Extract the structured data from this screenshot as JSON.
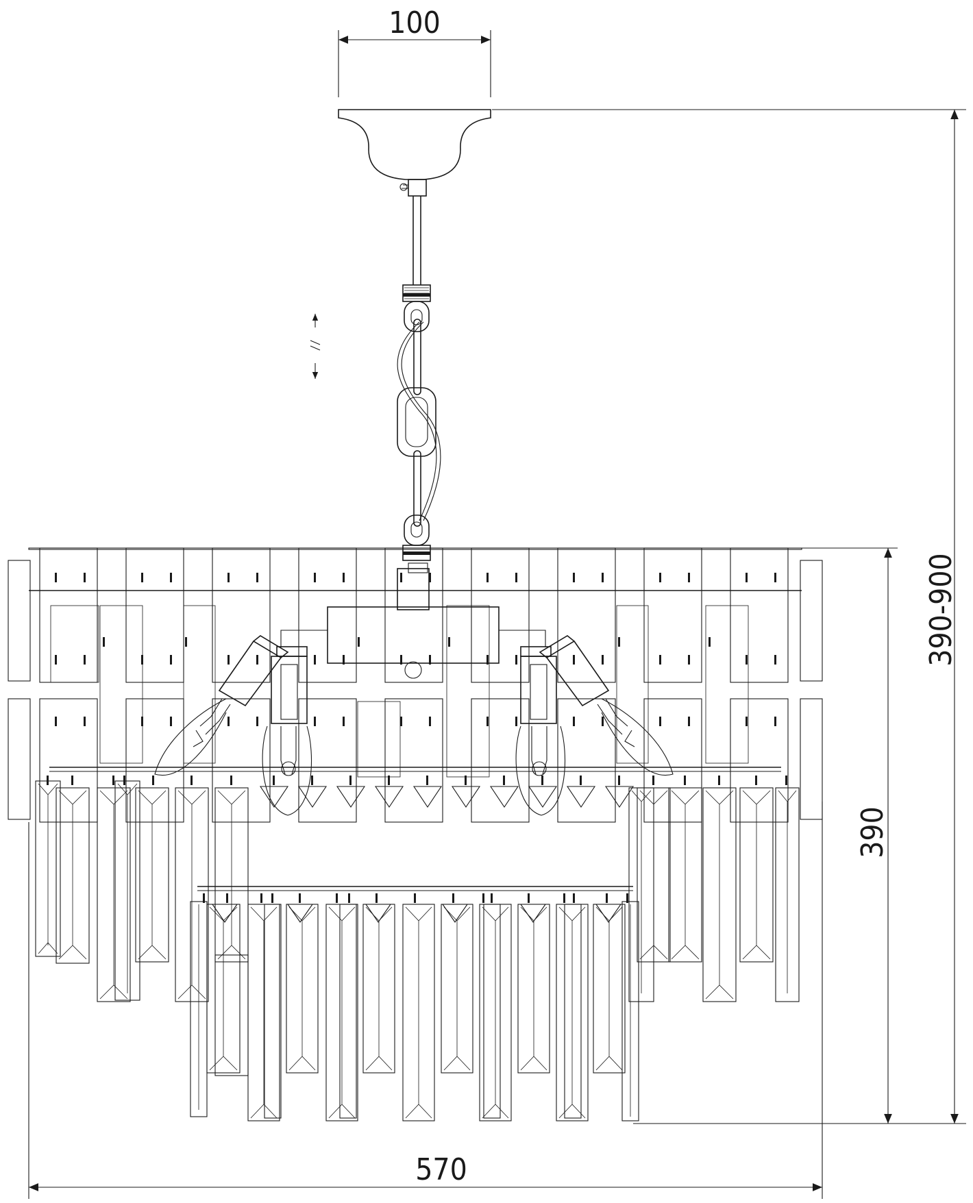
{
  "drawing": {
    "subject": "chandelier-technical-drawing",
    "dimensions": {
      "canopy_width": "100",
      "overall_width": "570",
      "body_height": "390",
      "total_height": "390-900"
    },
    "colors": {
      "line": "#1a1a1a",
      "background": "#ffffff"
    }
  }
}
